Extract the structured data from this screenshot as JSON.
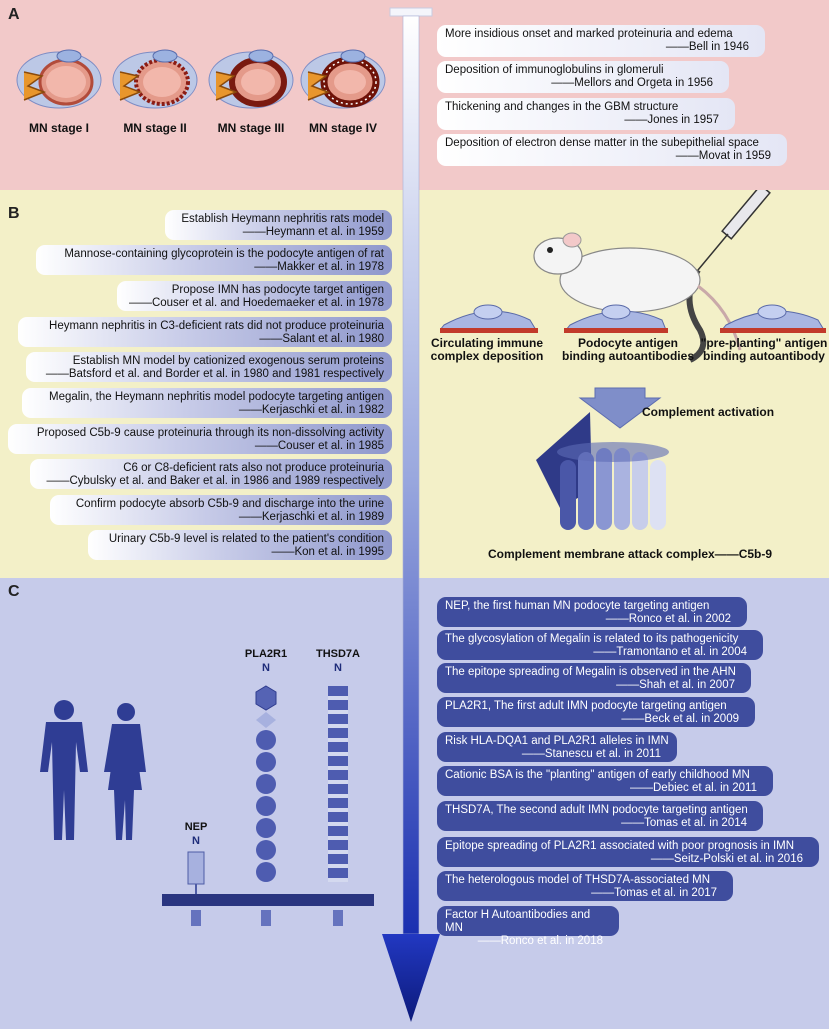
{
  "sections": {
    "a": {
      "letter": "A",
      "stages": [
        "MN stage I",
        "MN stage II",
        "MN stage III",
        "MN stage IV"
      ],
      "events": [
        {
          "text": "More insidious onset and marked proteinuria and edema",
          "citation": "——Bell in 1946"
        },
        {
          "text": "Deposition of immunoglobulins in glomeruli",
          "citation": "——Mellors and Orgeta in 1956"
        },
        {
          "text": "Thickening and changes in the GBM structure",
          "citation": "——Jones in 1957"
        },
        {
          "text": "Deposition of electron dense matter in the subepithelial space",
          "citation": "——Movat in 1959"
        }
      ]
    },
    "b": {
      "letter": "B",
      "events": [
        {
          "text": "Establish Heymann nephritis rats model",
          "citation": "——Heymann et al. in 1959"
        },
        {
          "text": "Mannose-containing glycoprotein is the podocyte antigen of rat",
          "citation": "——Makker et al. in 1978"
        },
        {
          "text": "Propose IMN has podocyte target antigen",
          "citation": "——Couser et al. and Hoedemaeker et al. in 1978"
        },
        {
          "text": "Heymann nephritis in C3-deficient rats did not produce proteinuria",
          "citation": "——Salant et al. in 1980"
        },
        {
          "text": "Establish MN model by cationized exogenous serum proteins",
          "citation": "——Batsford et al. and Border et al. in 1980 and 1981 respectively"
        },
        {
          "text": "Megalin, the Heymann nephritis model podocyte targeting antigen",
          "citation": "——Kerjaschki et al. in 1982"
        },
        {
          "text": "Proposed C5b-9 cause proteinuria through its non-dissolving activity",
          "citation": "——Couser et al. in 1985"
        },
        {
          "text": "C6 or C8-deficient rats also not produce proteinuria",
          "citation": "——Cybulsky et al. and Baker et al. in 1986 and 1989 respectively"
        },
        {
          "text": "Confirm podocyte absorb C5b-9 and discharge into the urine",
          "citation": "——Kerjaschki et al. in 1989"
        },
        {
          "text": "Urinary C5b-9 level is related to the patient's condition",
          "citation": "——Kon et al. in 1995"
        }
      ],
      "mechanisms": [
        {
          "line1": "Circulating immune",
          "line2": "complex deposition"
        },
        {
          "line1": "Podocyte antigen",
          "line2": "binding autoantibodies"
        },
        {
          "line1": "\"pre-planting\" antigen",
          "line2": "binding autoantibody"
        }
      ],
      "complement_activation": "Complement activation",
      "mac_caption": "Complement membrane attack complex——C5b-9"
    },
    "c": {
      "letter": "C",
      "proteins": {
        "nep": "NEP",
        "pla2r1": "PLA2R1",
        "thsd7a": "THSD7A",
        "n_terminus": "N"
      },
      "events": [
        {
          "text": "NEP, the first human MN podocyte targeting antigen",
          "citation": "——Ronco et al. in 2002"
        },
        {
          "text": "The glycosylation of Megalin is related to its pathogenicity",
          "citation": "——Tramontano et al. in 2004"
        },
        {
          "text": "The epitope spreading of Megalin is observed in the AHN",
          "citation": "——Shah et al. in 2007"
        },
        {
          "text": "PLA2R1, The first adult IMN podocyte targeting antigen",
          "citation": "——Beck et al. in 2009"
        },
        {
          "text": "Risk HLA-DQA1 and PLA2R1 alleles in IMN",
          "citation": "——Stanescu et al. in 2011"
        },
        {
          "text": "Cationic BSA is the \"planting\" antigen of early childhood MN",
          "citation": "——Debiec et al. in 2011"
        },
        {
          "text": "THSD7A, The second adult IMN podocyte targeting antigen",
          "citation": "——Tomas et al. in 2014"
        },
        {
          "text": "Epitope spreading of PLA2R1 associated with poor prognosis in IMN",
          "citation": "——Seitz-Polski et al. in 2016"
        },
        {
          "text": "The heterologous model of THSD7A-associated MN",
          "citation": "——Tomas et al. in 2017"
        },
        {
          "text": "Factor H Autoantibodies and MN",
          "citation": "——Ronco et al. in 2018"
        }
      ]
    }
  }
}
